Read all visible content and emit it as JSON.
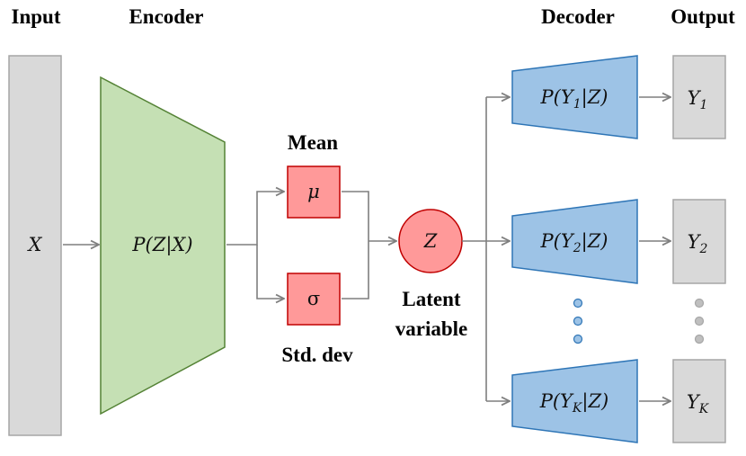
{
  "headers": {
    "input": "Input",
    "encoder": "Encoder",
    "decoder": "Decoder",
    "output": "Output"
  },
  "input_block": {
    "label": "X"
  },
  "encoder_block": {
    "label": {
      "pre": "P(Z|X)",
      "full": "P(Z|X)"
    }
  },
  "mean": {
    "caption": "Mean",
    "symbol": "μ"
  },
  "std": {
    "caption": "Std. dev",
    "symbol": "σ"
  },
  "latent": {
    "symbol": "Z",
    "caption_line1": "Latent",
    "caption_line2": "variable"
  },
  "decoders": [
    {
      "pre": "P(Y",
      "sub": "1",
      "post": "|Z)"
    },
    {
      "pre": "P(Y",
      "sub": "2",
      "post": "|Z)"
    },
    {
      "pre": "P(Y",
      "sub": "K",
      "post": "|Z)"
    }
  ],
  "outputs": [
    {
      "base": "Y",
      "sub": "1"
    },
    {
      "base": "Y",
      "sub": "2"
    },
    {
      "base": "Y",
      "sub": "K"
    }
  ],
  "colors": {
    "input_fill": "#d9d9d9",
    "encoder_fill": "#c5e0b4",
    "encoder_stroke": "#548235",
    "gauss_fill": "#ff9999",
    "gauss_stroke": "#c00000",
    "decoder_fill": "#9dc3e6",
    "decoder_stroke": "#2e75b6",
    "output_fill": "#d9d9d9",
    "dot_blue": "#9dc3e6",
    "dot_grey": "#bfbfbf"
  }
}
